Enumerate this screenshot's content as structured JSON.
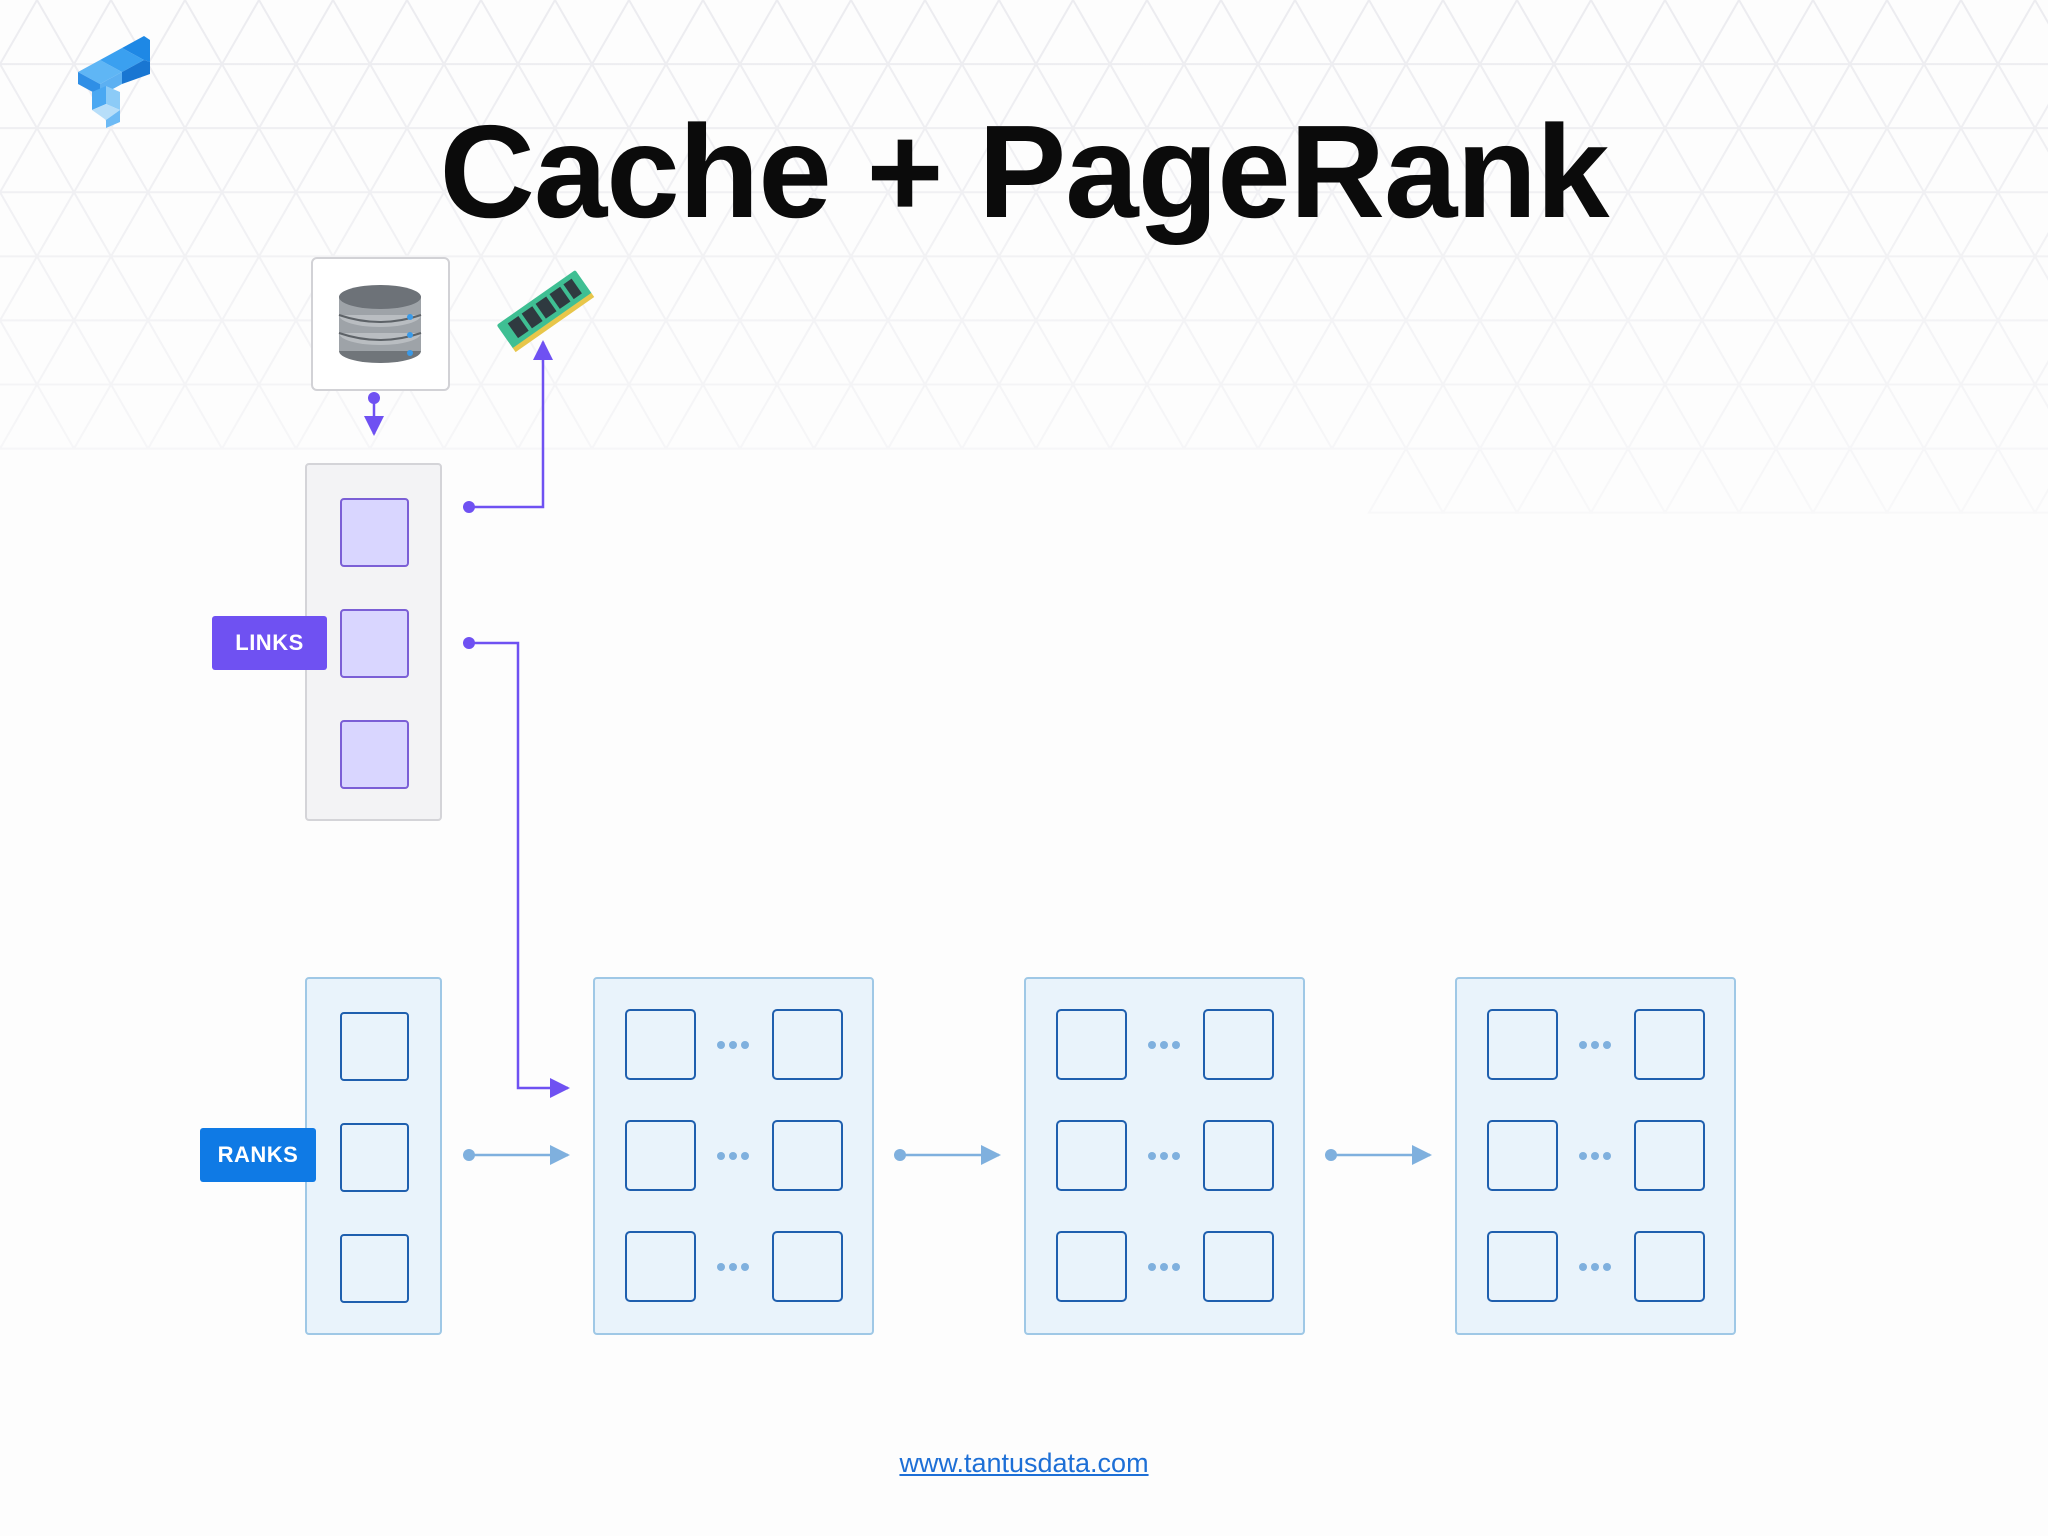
{
  "title": "Cache + PageRank",
  "labels": {
    "links": "LINKS",
    "ranks": "RANKS"
  },
  "footer": {
    "url_text": "www.tantusdata.com"
  },
  "icons": {
    "logo": "tantusdata-logo-icon",
    "database": "database-icon",
    "memory": "ram-module-icon"
  },
  "colors": {
    "links_accent": "#6f51f2",
    "ranks_accent": "#0f7ae5",
    "links_cell_fill": "#d9d6ff",
    "links_cell_stroke": "#7b5fd6",
    "ranks_cell_stroke": "#1f5fae",
    "ranks_flow": "#7fb0de"
  },
  "diagram": {
    "links_partitions": 3,
    "ranks_partitions": 3,
    "iteration_stages": 3
  }
}
